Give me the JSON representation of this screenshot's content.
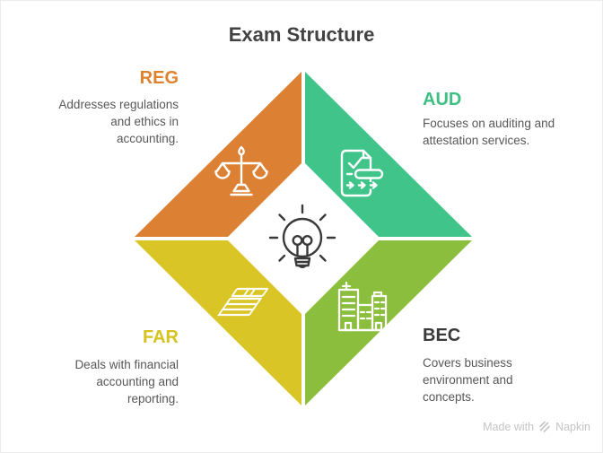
{
  "title": "Exam Structure",
  "sections": [
    {
      "id": "reg",
      "label": "REG",
      "description": "Addresses regulations\nand ethics in\naccounting.",
      "color": "#DC8134",
      "icon": "balance-scale-icon"
    },
    {
      "id": "aud",
      "label": "AUD",
      "description": "Focuses on auditing and\nattestation services.",
      "color": "#41C48A",
      "icon": "audit-document-icon"
    },
    {
      "id": "far",
      "label": "FAR",
      "description": "Deals with financial\naccounting and\nreporting.",
      "color": "#D9C626",
      "icon": "cash-stack-icon"
    },
    {
      "id": "bec",
      "label": "BEC",
      "description": "Covers business\nenvironment and\nconcepts.",
      "color": "#8CBE3E",
      "icon": "buildings-icon"
    }
  ],
  "center": {
    "icon": "lightbulb-icon"
  },
  "watermark": {
    "prefix": "Made with",
    "brand": "Napkin"
  },
  "colors": {
    "reg_label": "#DE8230",
    "aud_label": "#3EC083",
    "far_label": "#D6C31F",
    "bec_label": "#3A3A3A",
    "title_text": "#424242",
    "body_text": "#575757",
    "watermark_text": "#C4C4C4",
    "segment_icon_stroke": "#FFFFFF",
    "center_icon_stroke": "#3A3A3A",
    "background": "#FFFFFF"
  }
}
